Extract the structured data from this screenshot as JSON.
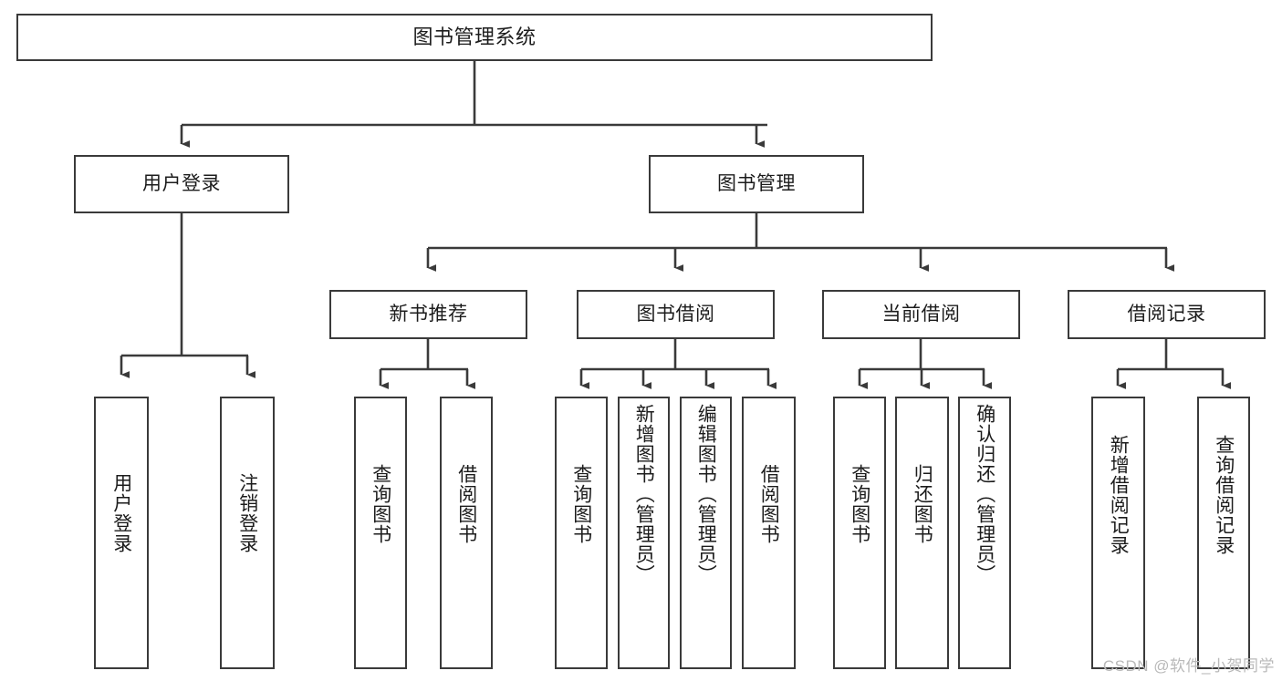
{
  "diagram": {
    "title": "图书管理系统",
    "watermark": "CSDN @软件_小贺同学",
    "line_color": "#3a3a3a",
    "box_fill": "#ffffff",
    "text_color": "#1c1c1c",
    "background": "#ffffff",
    "levels": {
      "level1": [
        "图书管理系统"
      ],
      "level2": [
        "用户登录",
        "图书管理"
      ],
      "level3": [
        "新书推荐",
        "图书借阅",
        "当前借阅",
        "借阅记录"
      ],
      "level4": [
        "用户登录",
        "注销登录",
        "查询图书",
        "借阅图书",
        "查询图书",
        "新增图书（管理员）",
        "编辑图书（管理员）",
        "借阅图书",
        "查询图书",
        "归还图书",
        "确认归还（管理员）",
        "新增借阅记录",
        "查询借阅记录"
      ]
    },
    "nodes": {
      "root": {
        "label": "图书管理系统"
      },
      "user_login": {
        "label": "用户登录"
      },
      "book_manage": {
        "label": "图书管理"
      },
      "new_book_rec": {
        "label": "新书推荐"
      },
      "book_borrow": {
        "label": "图书借阅"
      },
      "current_borrow": {
        "label": "当前借阅"
      },
      "borrow_record": {
        "label": "借阅记录"
      },
      "leaf_user_login": {
        "label": "用户登录"
      },
      "leaf_logout": {
        "label": "注销登录"
      },
      "leaf_query_book_1": {
        "label": "查询图书"
      },
      "leaf_borrow_book_1": {
        "label": "借阅图书"
      },
      "leaf_query_book_2": {
        "label": "查询图书"
      },
      "leaf_add_book": {
        "label": "新增图书（管理员）"
      },
      "leaf_edit_book": {
        "label": "编辑图书（管理员）"
      },
      "leaf_borrow_book_2": {
        "label": "借阅图书"
      },
      "leaf_query_book_3": {
        "label": "查询图书"
      },
      "leaf_return_book": {
        "label": "归还图书"
      },
      "leaf_confirm_return": {
        "label": "确认归还（管理员）"
      },
      "leaf_add_record": {
        "label": "新增借阅记录"
      },
      "leaf_query_record": {
        "label": "查询借阅记录"
      }
    }
  }
}
